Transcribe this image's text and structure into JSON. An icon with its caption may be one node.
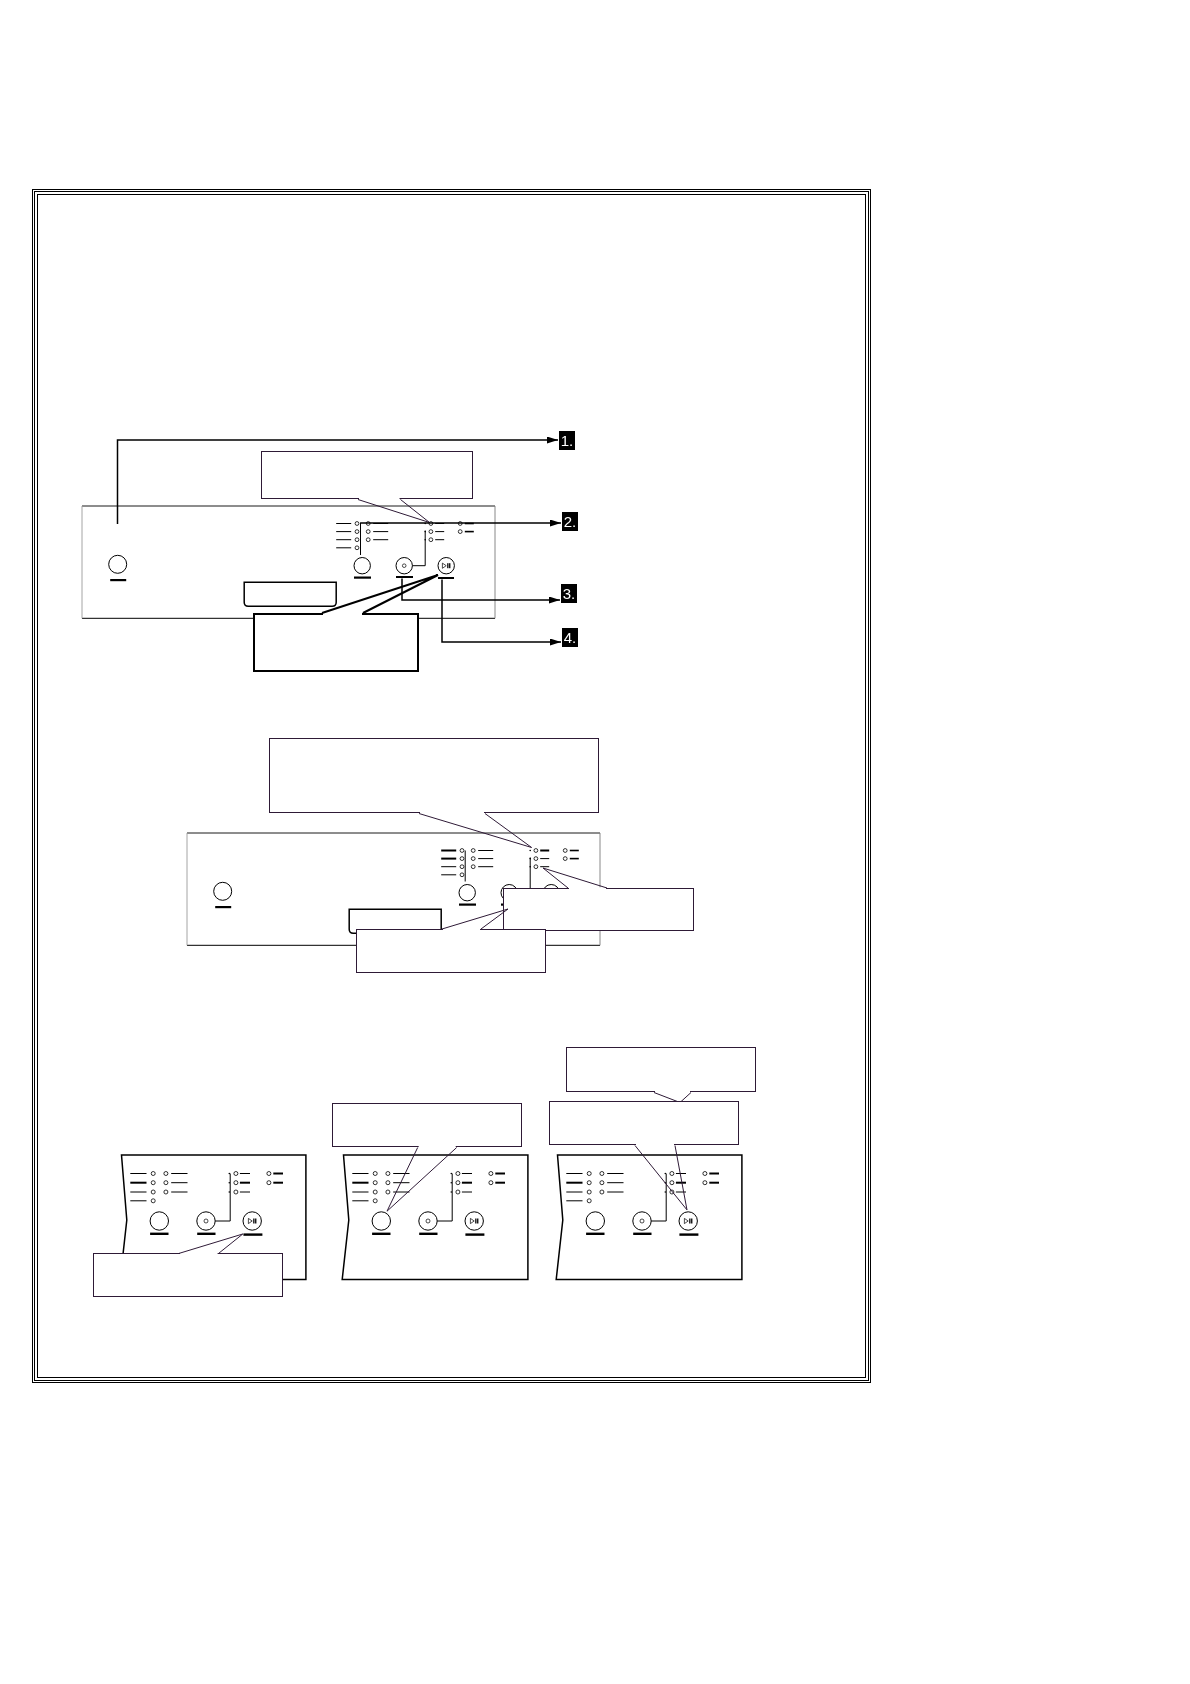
{
  "diagram": {
    "nodes": [
      {
        "text": [
          "1."
        ]
      },
      {
        "text": [],
        "shape": "box"
      },
      {
        "text": [
          "2."
        ]
      },
      {
        "text": [],
        "shape": "bar"
      },
      {
        "text": [],
        "shape": "bar"
      },
      {
        "text": [],
        "shape": "bar"
      },
      {
        "text": [
          "3."
        ]
      },
      {
        "text": [],
        "shape": "box"
      },
      {
        "text": [
          "4."
        ]
      },
      {
        "text": [],
        "shape": "box"
      },
      {
        "text": [],
        "shape": "box"
      },
      {
        "text": [],
        "shape": "box"
      },
      {
        "text": [],
        "shape": "box"
      },
      {
        "text": [],
        "shape": "box"
      },
      {
        "text": [],
        "shape": "box"
      },
      {
        "text": [],
        "shape": "box"
      }
    ],
    "edges": [
      {
        "from": null,
        "to": 0,
        "arrow": "to"
      },
      {
        "from": 3,
        "to": 2,
        "arrow": "to"
      },
      {
        "from": 4,
        "to": 6,
        "arrow": "to"
      },
      {
        "from": 5,
        "to": 8,
        "arrow": "to"
      }
    ]
  }
}
